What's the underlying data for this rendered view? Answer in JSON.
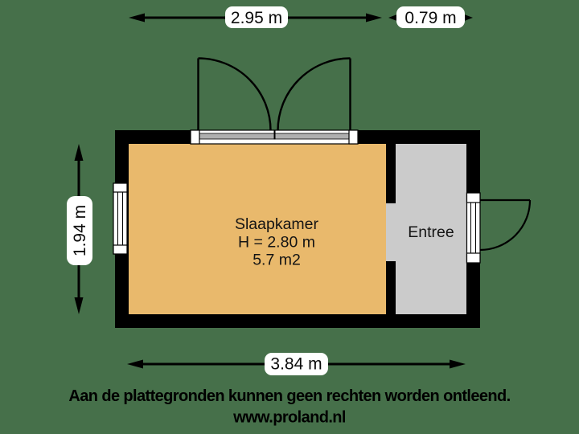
{
  "colors": {
    "background": "#46704A",
    "wall": "#000000",
    "room_fill": "#E9B96C",
    "entree_fill": "#CBCBCB",
    "window_inner": "#AFAFAF",
    "label_bg": "#FFFFFF",
    "line": "#000000"
  },
  "dimensions": {
    "top_main": "2.95 m",
    "top_right": "0.79 m",
    "left": "1.94 m",
    "bottom": "3.84 m"
  },
  "rooms": {
    "slaapkamer": {
      "name": "Slaapkamer",
      "height_label": "H = 2.80 m",
      "area_label": "5.7 m2"
    },
    "entree": {
      "name": "Entree"
    }
  },
  "footer": {
    "disclaimer": "Aan de plattegronden kunnen geen rechten worden ontleend.",
    "website": "www.proland.nl"
  }
}
